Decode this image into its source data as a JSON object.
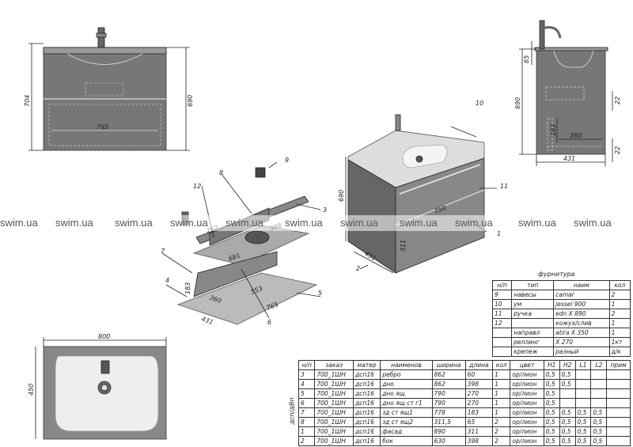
{
  "watermark": "swim.ua",
  "front_view": {
    "dim_height_total": "704",
    "dim_height_cabinet": "690",
    "dim_width_inner": "765"
  },
  "side_view": {
    "dim_65": "65",
    "dim_690": "690",
    "dim_22_top": "22",
    "dim_183": "183",
    "dim_360": "360",
    "dim_22_bottom": "22",
    "dim_431": "431"
  },
  "top_view": {
    "dim_width": "800",
    "dim_depth": "450"
  },
  "iso_view": {
    "dim_height": "690",
    "dim_depth": "431",
    "dim_width": "750",
    "dim_311": "311",
    "callouts": [
      "10",
      "11",
      "1",
      "2"
    ]
  },
  "exploded_view": {
    "dims": [
      "262",
      "681",
      "183",
      "360",
      "553",
      "765",
      "431",
      "398"
    ],
    "callouts": [
      "9",
      "8",
      "12",
      "3",
      "7",
      "4",
      "5",
      "6"
    ]
  },
  "fittings": {
    "title": "фурнитура",
    "headers": [
      "н/п",
      "тип",
      "наим",
      "кол"
    ],
    "rows": [
      [
        "9",
        "навесы",
        "camar",
        "2"
      ],
      [
        "10",
        "ум",
        "jessel 900",
        "1"
      ],
      [
        "11",
        "ручка",
        "edn X 890",
        "2"
      ],
      [
        "12",
        "",
        "кожух/слив",
        "1"
      ],
      [
        "",
        "направл",
        "atira X 350",
        "1"
      ],
      [
        "",
        "реллинг",
        "X 270",
        "1кт"
      ],
      [
        "",
        "крепеж",
        "разный",
        "д/к"
      ]
    ]
  },
  "parts": {
    "side_label": "дсп/дВп",
    "headers": [
      "н/п",
      "заказ",
      "матер",
      "наименов",
      "ширина",
      "длина",
      "кол",
      "цвет",
      "H1",
      "H2",
      "L1",
      "L2",
      "прим"
    ],
    "rows": [
      [
        "3",
        "700_1ШН",
        "дсп16",
        "ребро",
        "862",
        "60",
        "1",
        "ор/лион",
        "0,5",
        "0,5",
        "",
        "",
        ""
      ],
      [
        "4",
        "700_1ШН",
        "дсп16",
        "дно",
        "862",
        "398",
        "1",
        "ор/лион",
        "0,5",
        "0,5",
        "",
        "",
        ""
      ],
      [
        "5",
        "700_1ШН",
        "дсп16",
        "дно ящ",
        "790",
        "270",
        "1",
        "ор/лион",
        "0,5",
        "",
        "",
        "",
        ""
      ],
      [
        "6",
        "700_1ШН",
        "дсп16",
        "дно ящ ст г1",
        "790",
        "270",
        "1",
        "ор/лион",
        "0,5",
        "",
        "",
        "",
        ""
      ],
      [
        "7",
        "700_1ШН",
        "дсп16",
        "зд ст ящ1",
        "778",
        "183",
        "1",
        "ор/лион",
        "0,5",
        "0,5",
        "0,5",
        "0,5",
        ""
      ],
      [
        "8",
        "700_1ШН",
        "дсп16",
        "зд ст ящ2",
        "311,5",
        "65",
        "2",
        "ор/лион",
        "0,5",
        "0,5",
        "0,5",
        "0,5",
        ""
      ],
      [
        "1",
        "700_1ШН",
        "дсп16",
        "фасад",
        "890",
        "311",
        "2",
        "ор/лион",
        "0,5",
        "0,5",
        "0,5",
        "0,5",
        ""
      ],
      [
        "2",
        "700_1ШН",
        "дсп16",
        "бок",
        "630",
        "398",
        "2",
        "ор/лион",
        "0,5",
        "0,5",
        "0,5",
        "0,5",
        ""
      ]
    ]
  }
}
